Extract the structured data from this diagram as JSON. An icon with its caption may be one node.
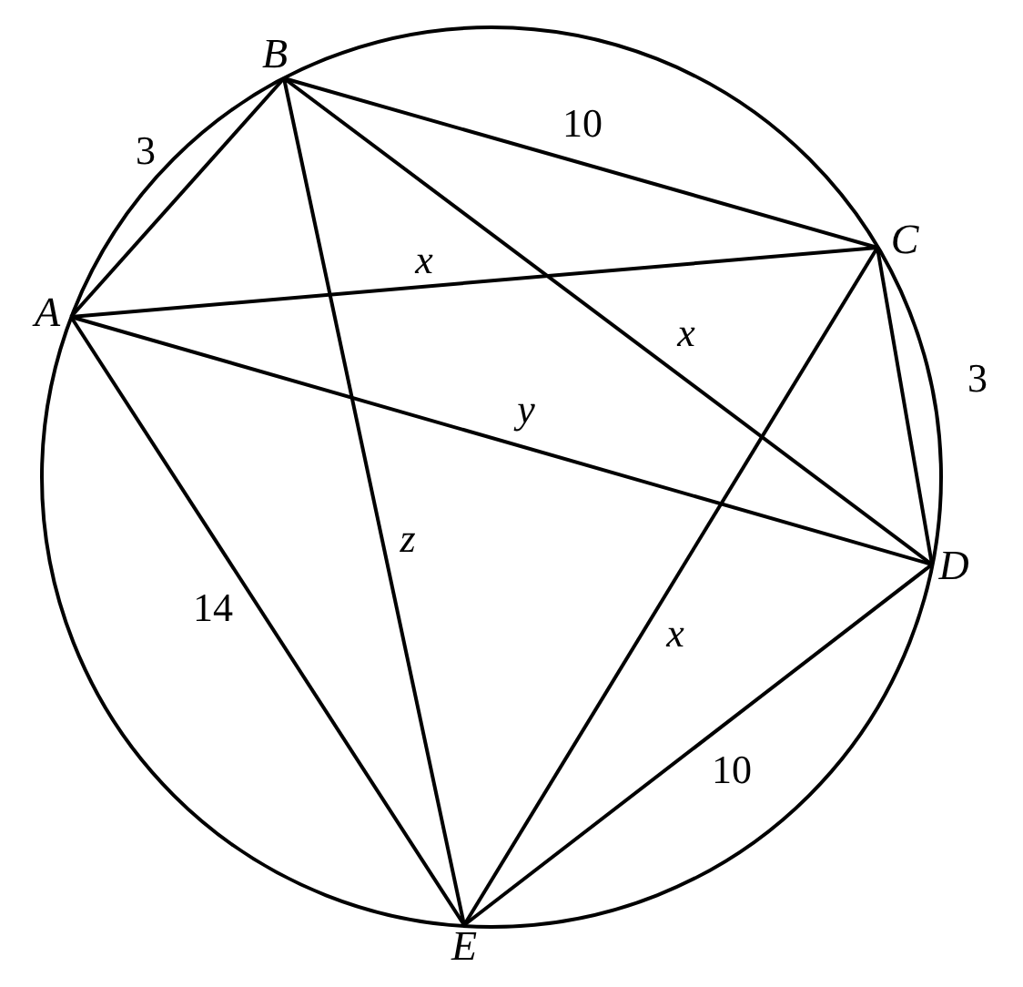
{
  "diagram": {
    "nodes": [
      {
        "text": [
          "A"
        ]
      },
      {
        "text": [
          "B"
        ]
      },
      {
        "text": [
          "C"
        ]
      },
      {
        "text": [
          "D"
        ]
      },
      {
        "text": [
          "E"
        ]
      }
    ],
    "edges": [
      {
        "from": 0,
        "to": 1,
        "arrow": "none",
        "label": "3"
      },
      {
        "from": 1,
        "to": 2,
        "arrow": "none",
        "label": "10"
      },
      {
        "from": 2,
        "to": 3,
        "arrow": "none",
        "label": "3"
      },
      {
        "from": 3,
        "to": 4,
        "arrow": "none",
        "label": "10"
      },
      {
        "from": 0,
        "to": 4,
        "arrow": "none",
        "label": "14"
      },
      {
        "from": 0,
        "to": 2,
        "arrow": "none",
        "label": "x"
      },
      {
        "from": 1,
        "to": 3,
        "arrow": "none",
        "label": "x"
      },
      {
        "from": 2,
        "to": 4,
        "arrow": "none",
        "label": "x"
      },
      {
        "from": 0,
        "to": 3,
        "arrow": "none",
        "label": "y"
      },
      {
        "from": 1,
        "to": 4,
        "arrow": "none",
        "label": "z"
      }
    ]
  }
}
